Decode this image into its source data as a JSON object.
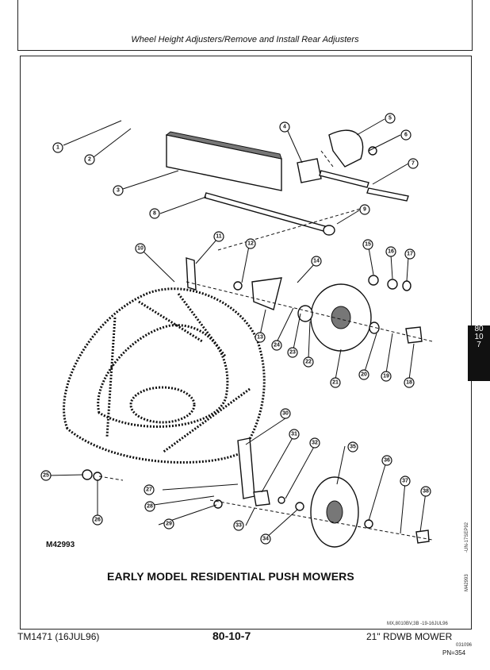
{
  "header": {
    "title": "Wheel Height Adjusters/Remove and Install Rear Adjusters"
  },
  "figure": {
    "id": "M42993",
    "caption": "EARLY MODEL RESIDENTIAL PUSH MOWERS",
    "side_code_1": "M42993",
    "side_code_2": "-UN-17SEP92",
    "ref_line": "MX,8010BV,3B    -19-16JUL96",
    "callouts": [
      "1",
      "2",
      "3",
      "4",
      "5",
      "6",
      "7",
      "8",
      "9",
      "10",
      "11",
      "12",
      "13",
      "14",
      "15",
      "16",
      "17",
      "18",
      "19",
      "20",
      "21",
      "22",
      "23",
      "24",
      "25",
      "26",
      "27",
      "28",
      "29",
      "30",
      "31",
      "32",
      "33",
      "34",
      "35",
      "36",
      "37",
      "38"
    ]
  },
  "side_tab": {
    "line1": "80",
    "line2": "10",
    "line3": "7"
  },
  "footer": {
    "left": "TM1471 (16JUL96)",
    "center": "80-10-7",
    "right": "21\" RDWB MOWER",
    "date": "031096",
    "pn": "PN=354"
  }
}
